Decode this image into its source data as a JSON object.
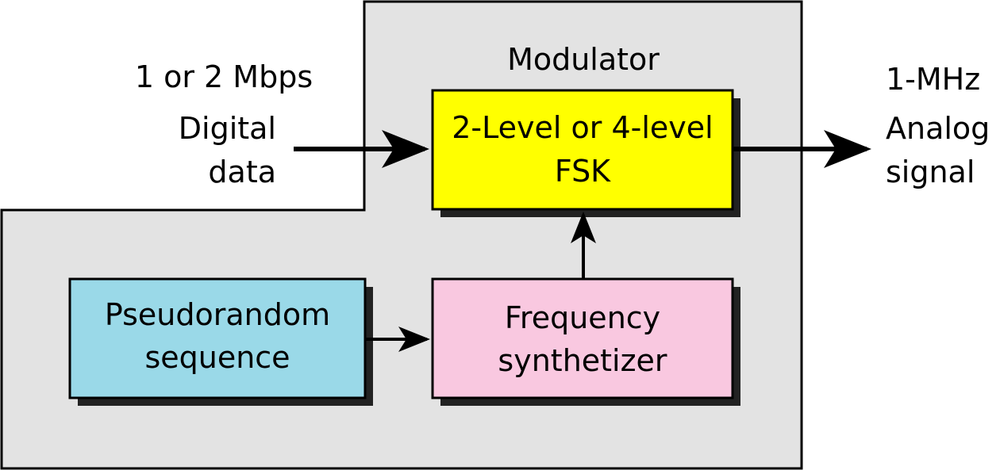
{
  "diagram": {
    "modulator_label": "Modulator",
    "input": {
      "rate": "1 or 2 Mbps",
      "line1": "Digital",
      "line2": "data"
    },
    "output": {
      "line1": "1-MHz",
      "line2": "Analog",
      "line3": "signal"
    },
    "fsk_block": {
      "line1": "2-Level or 4-level",
      "line2": "FSK",
      "color": "#ffff00"
    },
    "pseudorandom_block": {
      "line1": "Pseudorandom",
      "line2": "sequence",
      "color": "#9ad9e8"
    },
    "synth_block": {
      "line1": "Frequency",
      "line2": "synthetizer",
      "color": "#f9c8e0"
    },
    "modulator_region_color": "#e3e3e3"
  }
}
